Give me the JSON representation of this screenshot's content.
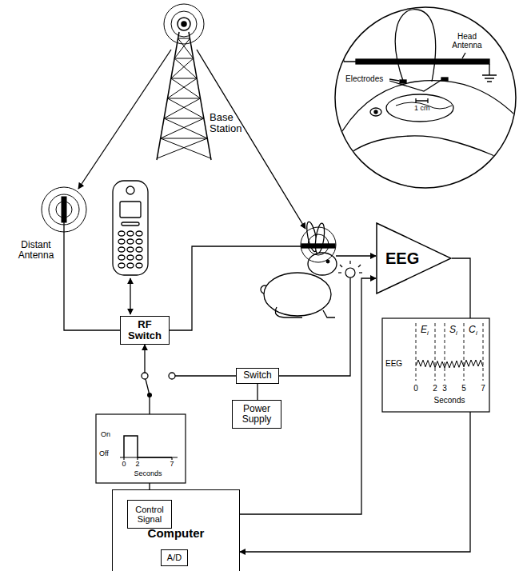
{
  "diagram": {
    "nodes": [
      {
        "text": [
          "RF Switch"
        ]
      },
      {
        "text": [
          "EEG"
        ]
      },
      {
        "text": [
          "Switch"
        ]
      },
      {
        "text": [
          "Power Supply"
        ]
      },
      {
        "text": [
          "Computer"
        ]
      },
      {
        "text": [
          "Control Signal"
        ],
        "in": 4
      },
      {
        "text": [
          "A/D"
        ],
        "in": 4
      }
    ],
    "edges": [
      {
        "from": 5,
        "to": 0,
        "arrow": "to"
      },
      {
        "from": 2,
        "to": 3,
        "arrow": "none"
      },
      {
        "from": 5,
        "to": 1,
        "arrow": "to"
      },
      {
        "from": 1,
        "to": 4,
        "arrow": "to"
      }
    ],
    "labels": [
      "Base Station",
      "Distant Antenna",
      "On",
      "Off",
      "0",
      "2",
      "7",
      "Seconds",
      "EEG",
      "E",
      "i",
      "S",
      "i",
      "C",
      "i",
      "0",
      "2",
      "3",
      "5",
      "7",
      "Seconds",
      "Head Antenna",
      "Electrodes",
      "1 cm"
    ]
  }
}
